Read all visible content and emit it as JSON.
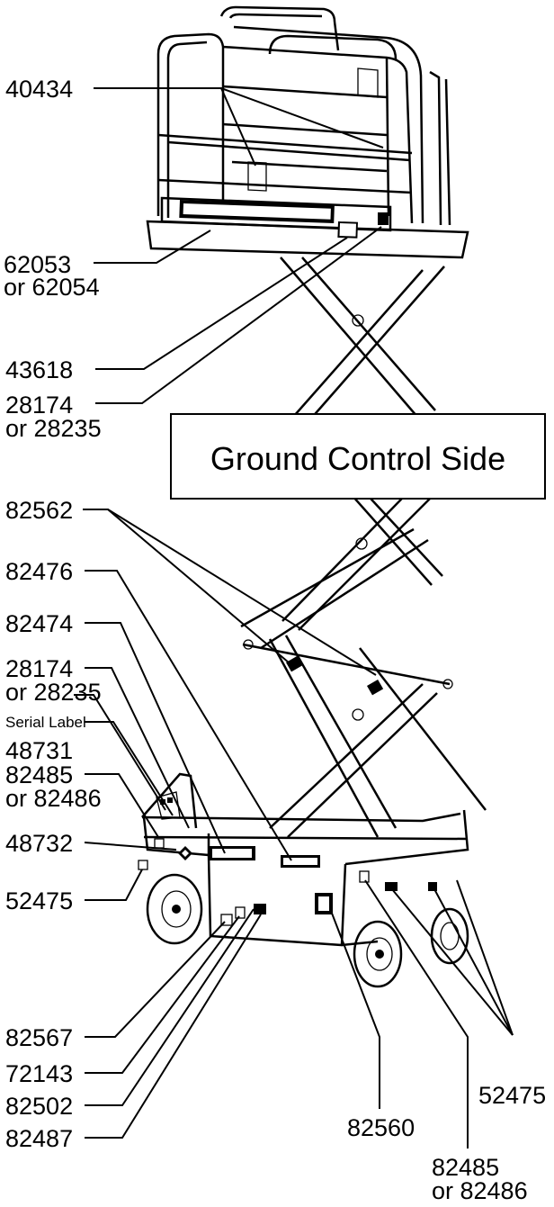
{
  "title_box": "Ground Control Side",
  "labels": {
    "p40434": "40434",
    "p62053": "62053",
    "p62054": "or 62054",
    "p43618": "43618",
    "p28174_top": "28174",
    "p28235_top": "or 28235",
    "p82562": "82562",
    "p82476": "82476",
    "p82474": "82474",
    "p28174_mid": "28174",
    "p28235_mid": "or 28235",
    "serial": "Serial Label",
    "p48731": "48731",
    "p82485_left": "82485",
    "p82486_left": "or 82486",
    "p48732": "48732",
    "p52475_left": "52475",
    "p82567": "82567",
    "p72143": "72143",
    "p82502": "82502",
    "p82487": "82487",
    "p82560": "82560",
    "p52475_right": "52475",
    "p82485_bottom": "82485",
    "p82486_bottom": "or 82486"
  }
}
